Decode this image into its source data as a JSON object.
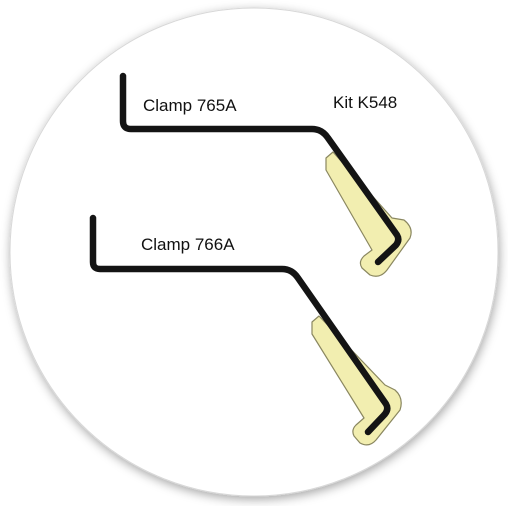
{
  "labels": {
    "kit": "Kit K548",
    "clamp_top": "Clamp 765A",
    "clamp_bottom": "Clamp 766A"
  },
  "colors": {
    "background": "#ffffff",
    "disc_fill": "#ffffff",
    "disc_shadow": "#9a9a9a",
    "wire": "#141414",
    "pad_fill": "#f2eeb0",
    "pad_outline": "#8a8760"
  },
  "icons": {
    "clamp_top": "clamp-765a-icon",
    "clamp_bottom": "clamp-766a-icon"
  }
}
